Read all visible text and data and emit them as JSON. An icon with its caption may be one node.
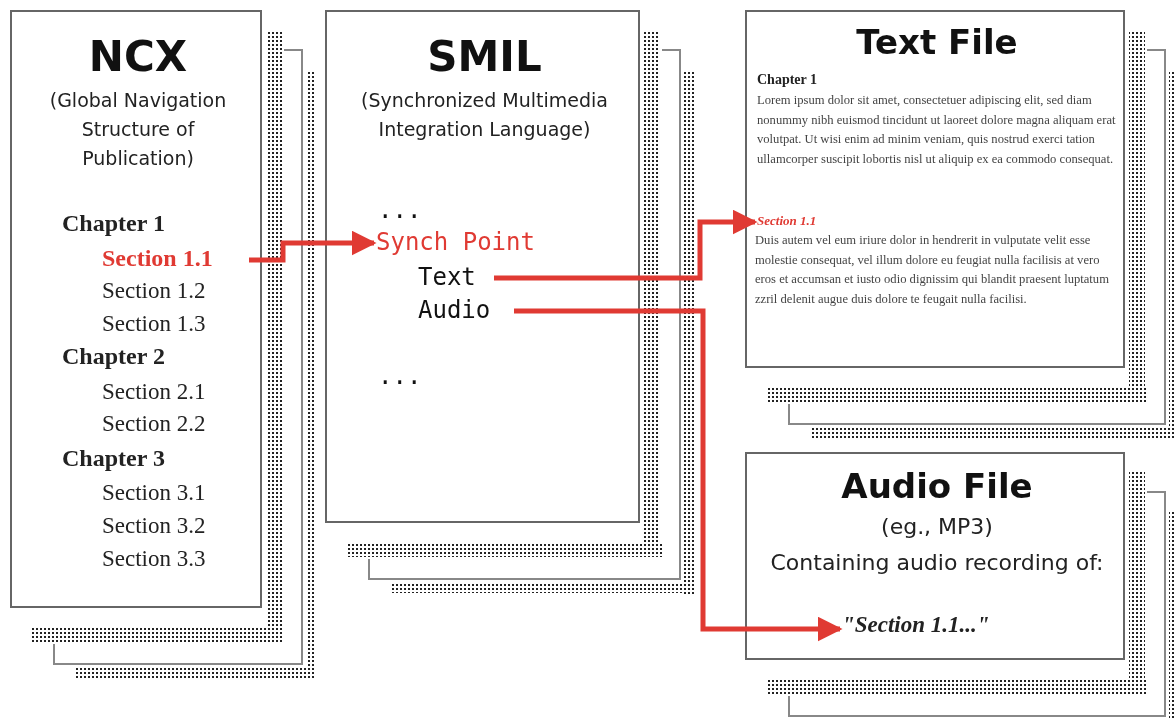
{
  "diagram": {
    "nodes": [
      {
        "text": [
          "NCX",
          "(Global Navigation Structure of Publication)"
        ]
      },
      {
        "text": [
          "Section 1.1"
        ],
        "in": 0
      },
      {
        "text": [
          "SMIL",
          "(Synchronized Multimedia Integration Language)"
        ]
      },
      {
        "text": [
          "Synch Point"
        ],
        "in": 2
      },
      {
        "text": [
          "Text"
        ],
        "in": 2
      },
      {
        "text": [
          "Audio"
        ],
        "in": 2
      },
      {
        "text": [
          "Text File",
          "Chapter 1",
          "Lorem ipsum dolor sit amet, consectetuer adipiscing elit, sed diam nonummy nibh euismod tincidunt ut laoreet dolore magna aliquam erat volutpat. Ut wisi enim ad minim veniam, quis nostrud exerci tation ullamcorper suscipit lobortis nisl ut aliquip ex ea commodo consequat."
        ]
      },
      {
        "text": [
          "Section 1.1"
        ],
        "in": 6
      },
      {
        "text": [
          "Audio File",
          "(eg., MP3)",
          "Containing audio recording of:"
        ]
      },
      {
        "text": [
          "\"Section 1.1...\""
        ],
        "in": 8
      }
    ],
    "edges": [
      {
        "from": 1,
        "to": 3,
        "arrow": "to"
      },
      {
        "from": 4,
        "to": 7,
        "arrow": "to"
      },
      {
        "from": 5,
        "to": 9,
        "arrow": "to"
      }
    ],
    "labels": [
      "Chapter 1",
      "Section 1.2",
      "Section 1.3",
      "Chapter 2",
      "Section 2.1",
      "Section 2.2",
      "Chapter 3",
      "Section 3.1",
      "Section 3.2",
      "Section 3.3",
      "...",
      "...",
      "Duis autem vel eum iriure dolor in hendrerit in vulputate velit esse molestie consequat, vel illum dolore eu feugiat nulla facilisis at vero eros et accumsan et iusto odio dignissim qui blandit praesent luptatum zzril delenit augue duis dolore te feugait nulla facilisi."
    ]
  }
}
